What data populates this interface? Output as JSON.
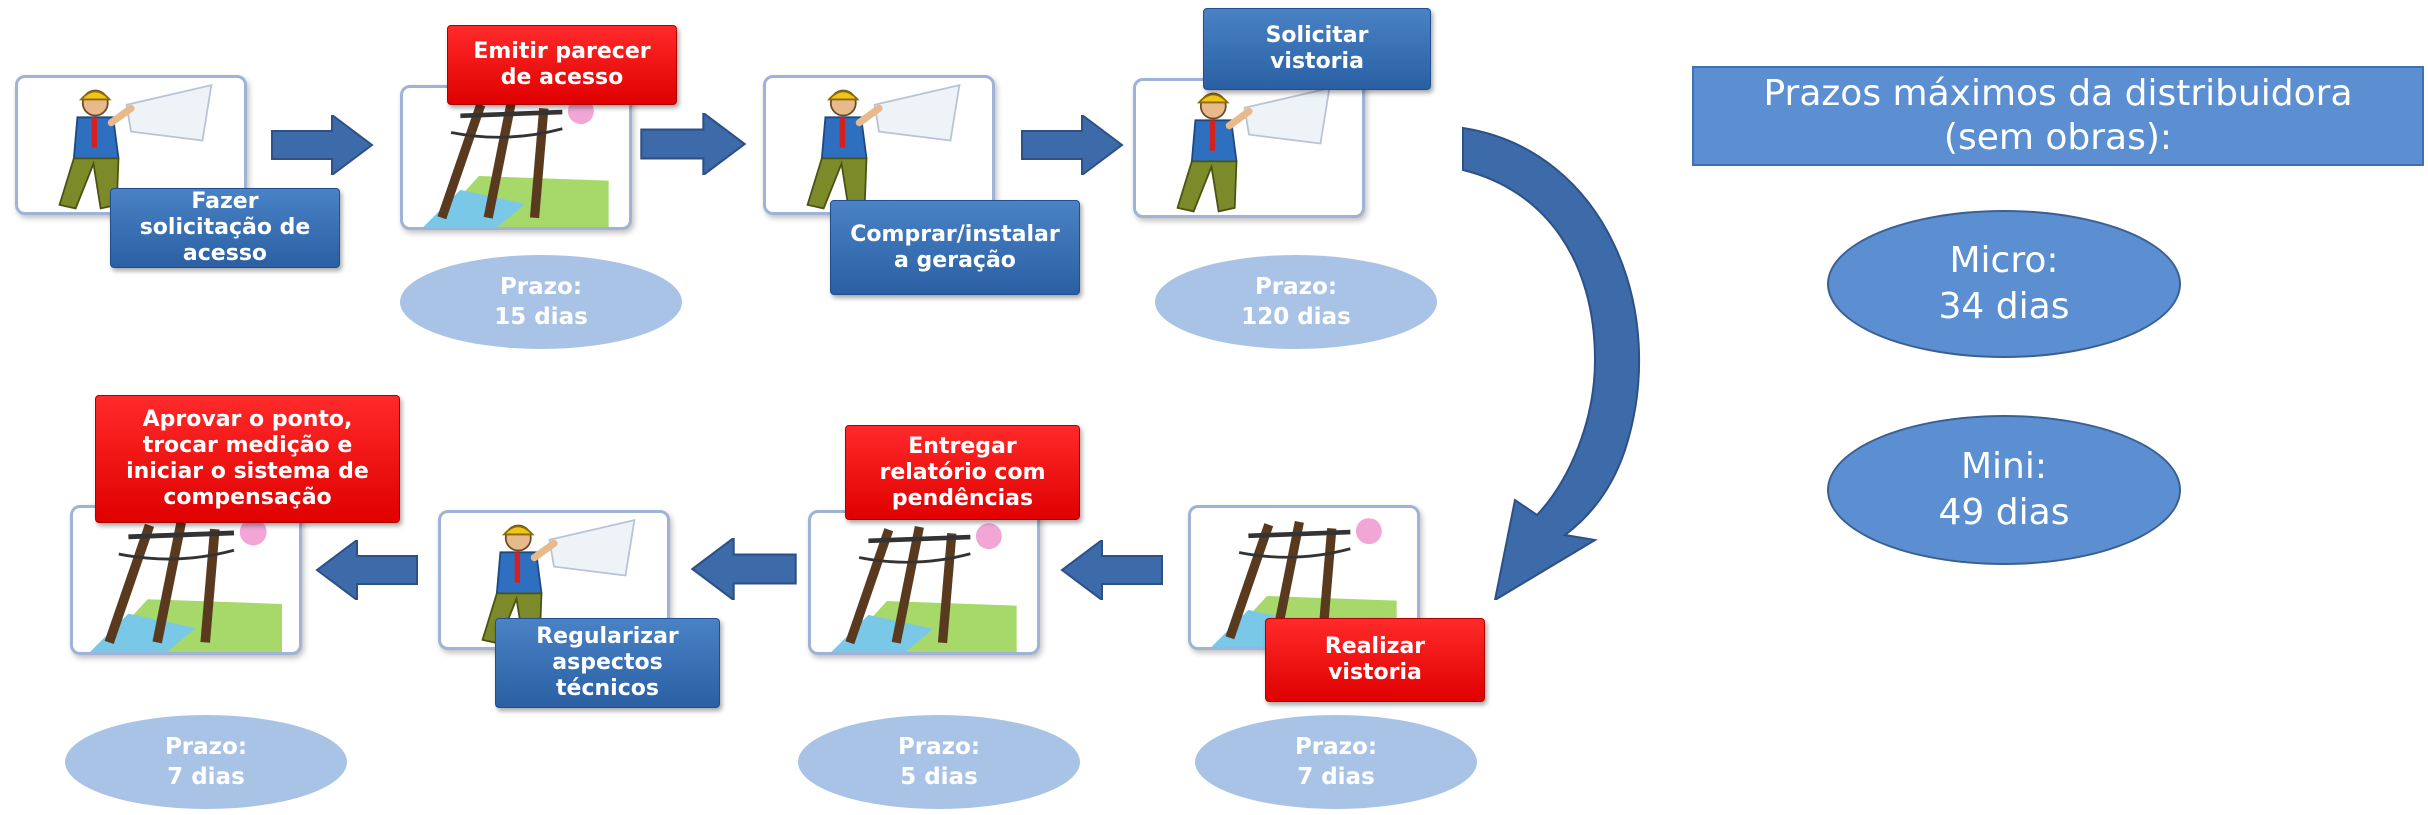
{
  "flow": {
    "steps": {
      "fazer_solicitacao": "Fazer\nsolicitação de\nacesso",
      "emitir_parecer": "Emitir parecer\nde  acesso",
      "comprar_instalar": "Comprar/instalar\na geração",
      "solicitar_vistoria": "Solicitar\nvistoria",
      "realizar_vistoria": "Realizar\nvistoria",
      "entregar_relatorio": "Entregar\nrelatório com\npendências",
      "regularizar": "Regularizar\naspectos\ntécnicos",
      "aprovar_ponto": "Aprovar o ponto,\ntrocar medição e\niniciar o sistema de\ncompensação"
    },
    "prazos": {
      "p15": "Prazo:\n15 dias",
      "p120": "Prazo:\n120 dias",
      "p7_right": "Prazo:\n7 dias",
      "p5": "Prazo:\n5 dias",
      "p7_left": "Prazo:\n7 dias"
    }
  },
  "panel": {
    "title": "Prazos máximos da distribuidora\n(sem obras):",
    "micro": "Micro:\n34 dias",
    "mini": "Mini:\n49 dias"
  },
  "colors": {
    "step_blue": "#2a5fa3",
    "step_red": "#e00000",
    "prazo_ellipse": "#a9c3e6",
    "panel_blue": "#5b8fd1",
    "arrow_blue": "#3d6aa8"
  }
}
